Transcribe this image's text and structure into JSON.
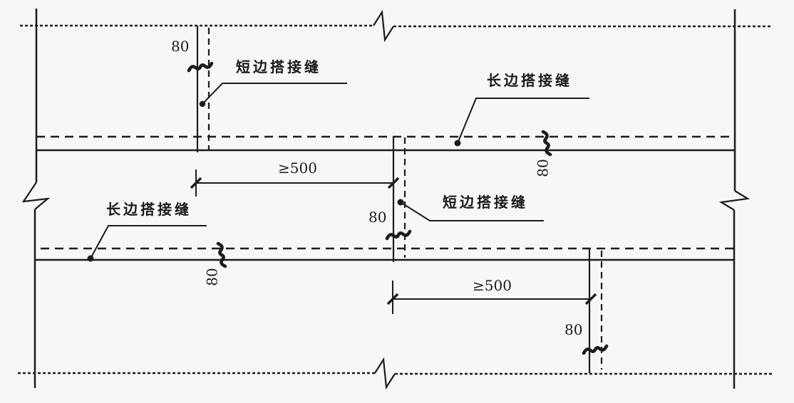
{
  "colors": {
    "background": "#f7f7f5",
    "line": "#1c1c1c",
    "text": "#1a1a1a"
  },
  "diagram": {
    "type": "membrane-lap-seam-layout-plan",
    "labels": {
      "short_seam_top": "短边搭接缝",
      "short_seam_middle": "短边搭接缝",
      "long_seam_right": "长边搭接缝",
      "long_seam_left": "长边搭接缝"
    },
    "dimensions": {
      "lap_width_top": "80",
      "lap_width_middle": "80",
      "lap_width_bottom": "80",
      "lap_width_long_upper": "80",
      "lap_width_long_lower": "80",
      "stagger_min_top": "≥500",
      "stagger_min_bottom": "≥500"
    }
  }
}
